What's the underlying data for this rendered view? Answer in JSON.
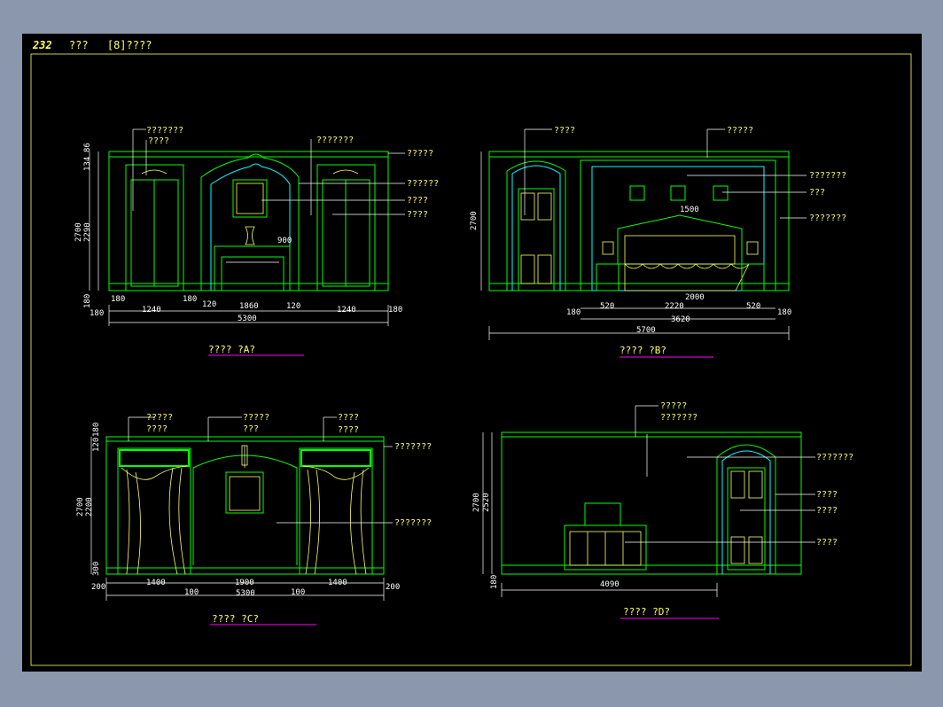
{
  "header": {
    "number": "232",
    "label1": "???",
    "label2": "[8]????"
  },
  "elevations": [
    {
      "id": "A",
      "caption": "????  ?A?",
      "labels": [
        "???????",
        "????",
        "???????",
        "?????",
        "??????",
        "????",
        "????"
      ],
      "dims": {
        "h_total": "2700",
        "h_parts": [
          "134",
          "86",
          "2290",
          "180"
        ],
        "top": [
          "900"
        ],
        "bottom": [
          "180",
          "180",
          "1240",
          "180",
          "120",
          "1860",
          "120",
          "1240",
          "180"
        ],
        "total": "5300"
      }
    },
    {
      "id": "B",
      "caption": "????  ?B?",
      "labels": [
        "????",
        "?????",
        "???????",
        "???",
        "???????"
      ],
      "dims": {
        "h_total": "2700",
        "inner": [
          "1500",
          "2000"
        ],
        "bottom": [
          "180",
          "520",
          "2220",
          "520",
          "180"
        ],
        "mid": "3620",
        "total": "5700"
      }
    },
    {
      "id": "C",
      "caption": "????  ?C?",
      "labels": [
        "?????",
        "????",
        "?????",
        "???",
        "????",
        "????",
        "???????",
        "???????"
      ],
      "dims": {
        "h_total": "2700",
        "h_parts": [
          "180",
          "120",
          "2200",
          "300"
        ],
        "bottom": [
          "200",
          "1400",
          "100",
          "1900",
          "100",
          "1400",
          "200"
        ],
        "total": "5300"
      }
    },
    {
      "id": "D",
      "caption": "????  ?D?",
      "labels": [
        "?????",
        "???????",
        "???????",
        "????",
        "????",
        "????"
      ],
      "dims": {
        "h_total": "2700",
        "h_parts": [
          "2520",
          "180"
        ],
        "bottom": [
          "4090"
        ]
      }
    }
  ]
}
